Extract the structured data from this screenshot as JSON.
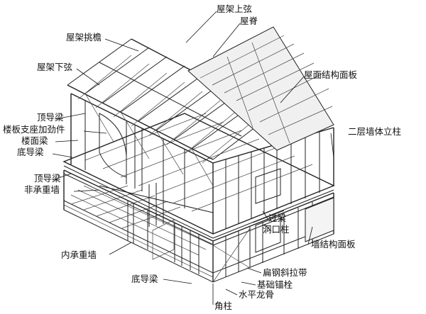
{
  "labels": {
    "truss_top_chord": "屋架上弦",
    "ridge": "屋脊",
    "truss_eave": "屋架挑檐",
    "truss_bottom_chord": "屋架下弦",
    "roof_sheathing": "屋面结构面板",
    "top_track": "顶导梁",
    "floor_bearing_stiffener": "楼板支座加劲件",
    "floor_joist": "楼面梁",
    "bottom_track": "底导梁",
    "second_floor_stud": "二层墙体立柱",
    "top_track_2": "顶导梁",
    "non_bearing_wall": "非承重墙",
    "header": "过梁",
    "opening_stud": "洞口柱",
    "wall_sheathing": "墙结构面板",
    "interior_bearing_wall": "内承重墙",
    "flat_strap_brace": "扁钢斜拉带",
    "bottom_track_2": "底导梁",
    "anchor_bolt": "基础锚栓",
    "horizontal_bridging": "水平龙骨",
    "corner_stud": "角柱"
  }
}
